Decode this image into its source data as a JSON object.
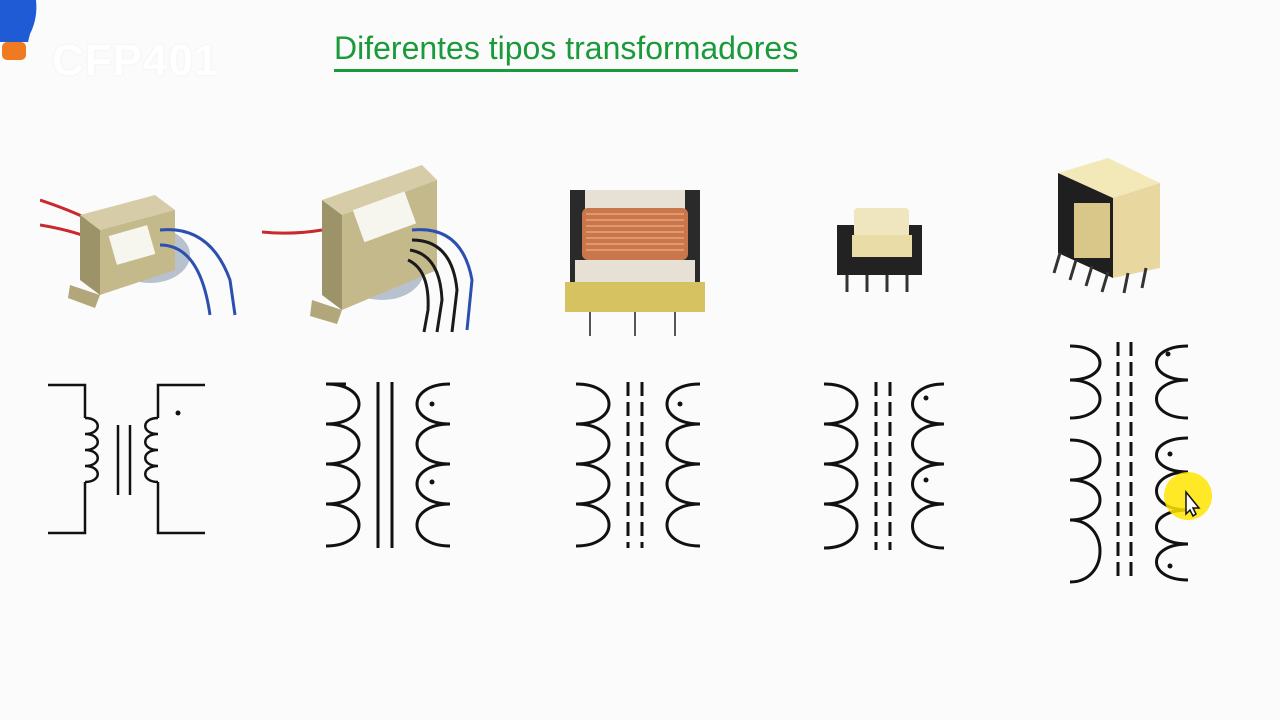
{
  "header": {
    "logo_text": "CFP401",
    "title": "Diferentes tipos transformadores"
  },
  "colors": {
    "title_green": "#1a9a3a",
    "cursor_highlight": "#ffe400",
    "copper": "#c9774a",
    "bobbin_yellow": "#e6d27a"
  },
  "transformers": [
    {
      "photo": "laminated-transformer-red-blue-wires-photo",
      "symbol": "iron-core-transformer-symbol"
    },
    {
      "photo": "laminated-transformer-red-blue-black-wires-photo",
      "symbol": "center-tapped-transformer-symbol"
    },
    {
      "photo": "ferrite-transformer-copper-winding-photo",
      "symbol": "ferrite-core-center-tapped-symbol"
    },
    {
      "photo": "small-smd-ferrite-transformer-photo",
      "symbol": "ferrite-core-center-tapped-symbol-small"
    },
    {
      "photo": "ferrite-bobbin-transformer-photo",
      "symbol": "multi-winding-ferrite-transformer-symbol"
    }
  ]
}
